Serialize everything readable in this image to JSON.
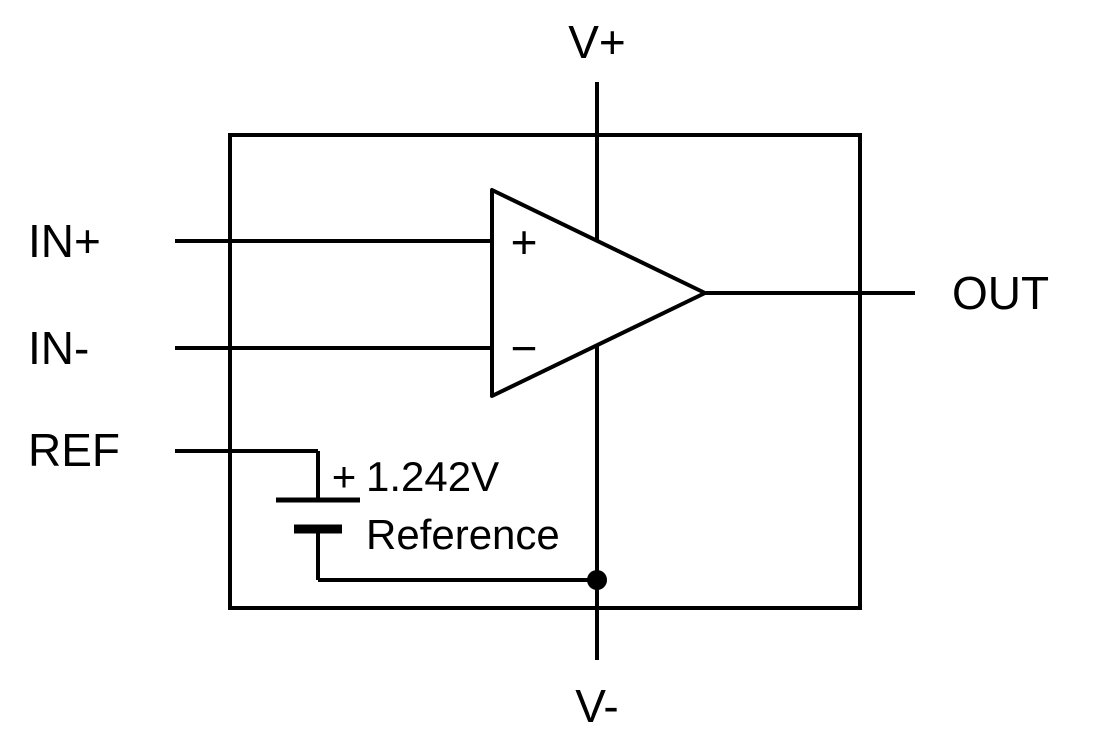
{
  "diagram": {
    "type": "schematic",
    "description": "Comparator block diagram with internal voltage reference",
    "pins": {
      "v_plus": "V+",
      "v_minus": "V-",
      "in_plus": "IN+",
      "in_minus": "IN-",
      "ref": "REF",
      "out": "OUT"
    },
    "opamp": {
      "noninverting_sign": "+",
      "inverting_sign": "−"
    },
    "reference": {
      "polarity_sign": "+",
      "value": "1.242V",
      "label": "Reference"
    },
    "colors": {
      "stroke": "#000000",
      "background": "#ffffff"
    }
  }
}
